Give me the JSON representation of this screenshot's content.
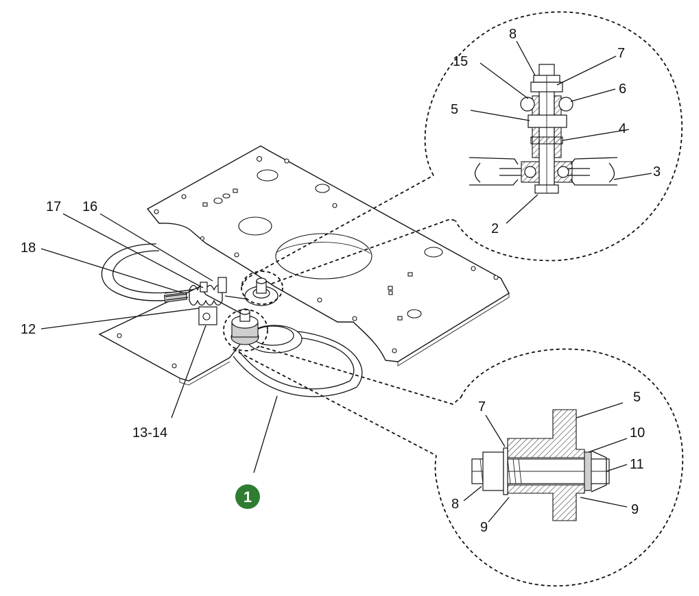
{
  "labels": {
    "upper": [
      "8",
      "7",
      "15",
      "6",
      "5",
      "4",
      "3",
      "2"
    ],
    "middle": [
      "17",
      "16",
      "18",
      "12",
      "13-14"
    ],
    "lower": [
      "7",
      "5",
      "10",
      "11",
      "8",
      "9",
      "9"
    ]
  },
  "badge": "1",
  "colors": {
    "badge": "#2e7d32",
    "line": "#111111",
    "background": "#ffffff"
  }
}
